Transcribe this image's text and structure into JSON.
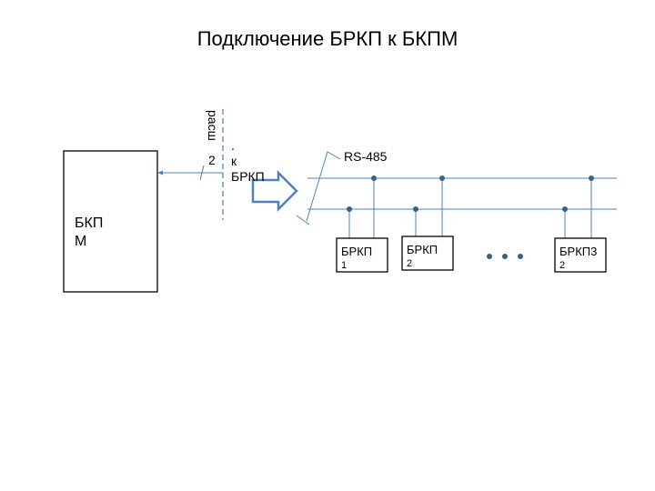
{
  "title": "Подключение БРКП к БКПМ",
  "bkpm": {
    "label_line1": "БКП",
    "label_line2": "М"
  },
  "bus": {
    "label": "RS-485"
  },
  "connector": {
    "vertical_label": "расш",
    "number": "2",
    "ext_line1": ".",
    "ext_line2": "к",
    "ext_line3": "БРКП"
  },
  "devices": [
    {
      "line1": "БРКП",
      "line2": "1"
    },
    {
      "line1": "БРКП",
      "line2": "2"
    },
    {
      "line1": "БРКП3",
      "line2": "2"
    }
  ],
  "ellipsis": "• • •",
  "colors": {
    "line": "#4f81bd",
    "box": "#000000"
  }
}
